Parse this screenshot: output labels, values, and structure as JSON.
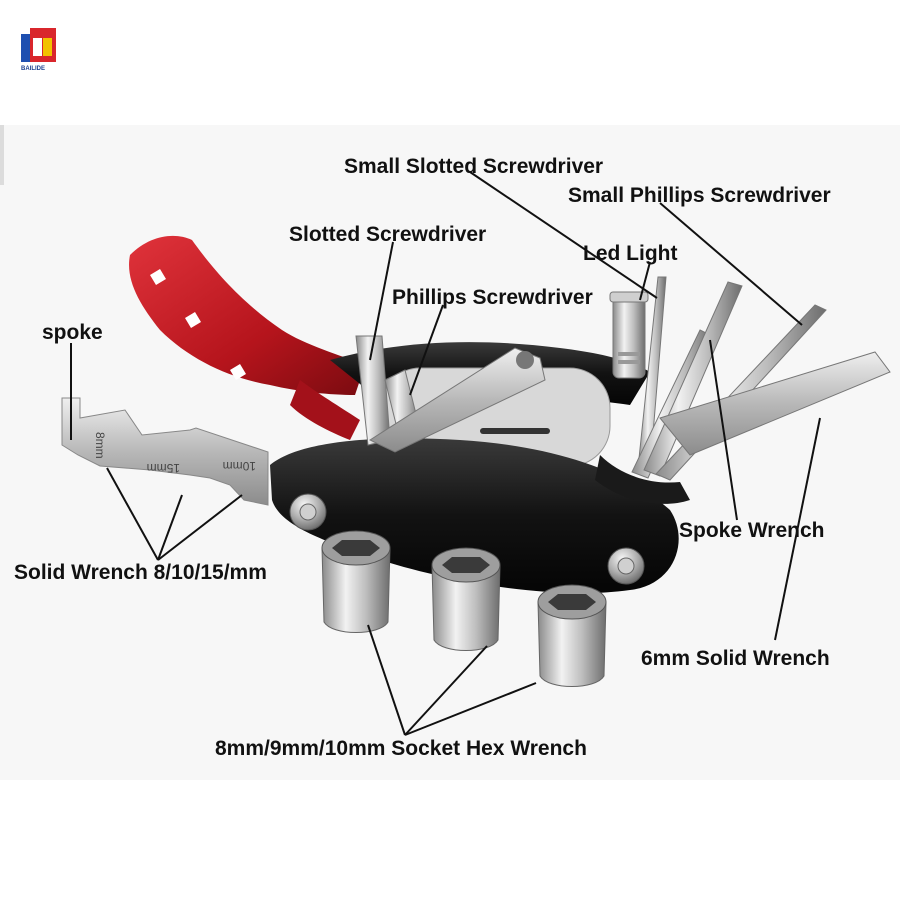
{
  "brand": {
    "logo_text": "BAILIDE",
    "colors": {
      "blue": "#1e4fb0",
      "red": "#d9262c",
      "yellow": "#f2c200"
    }
  },
  "labels": {
    "small_slotted": "Small Slotted Screwdriver",
    "small_phillips": "Small Phillips Screwdriver",
    "slotted": "Slotted Screwdriver",
    "led_light": "Led Light",
    "phillips": "Phillips Screwdriver",
    "spoke": "spoke",
    "spoke_wrench": "Spoke Wrench",
    "solid_wrench": "Solid Wrench 8/10/15/mm",
    "solid_6mm": "6mm Solid Wrench",
    "socket_hex": "8mm/9mm/10mm Socket Hex Wrench"
  },
  "wrench_markings": {
    "m8": "8mm",
    "m10": "10mm",
    "m15": "15mm"
  },
  "colors": {
    "tool_red": "#b5141c",
    "body_black": "#141414",
    "steel": "#c9c9c9"
  }
}
